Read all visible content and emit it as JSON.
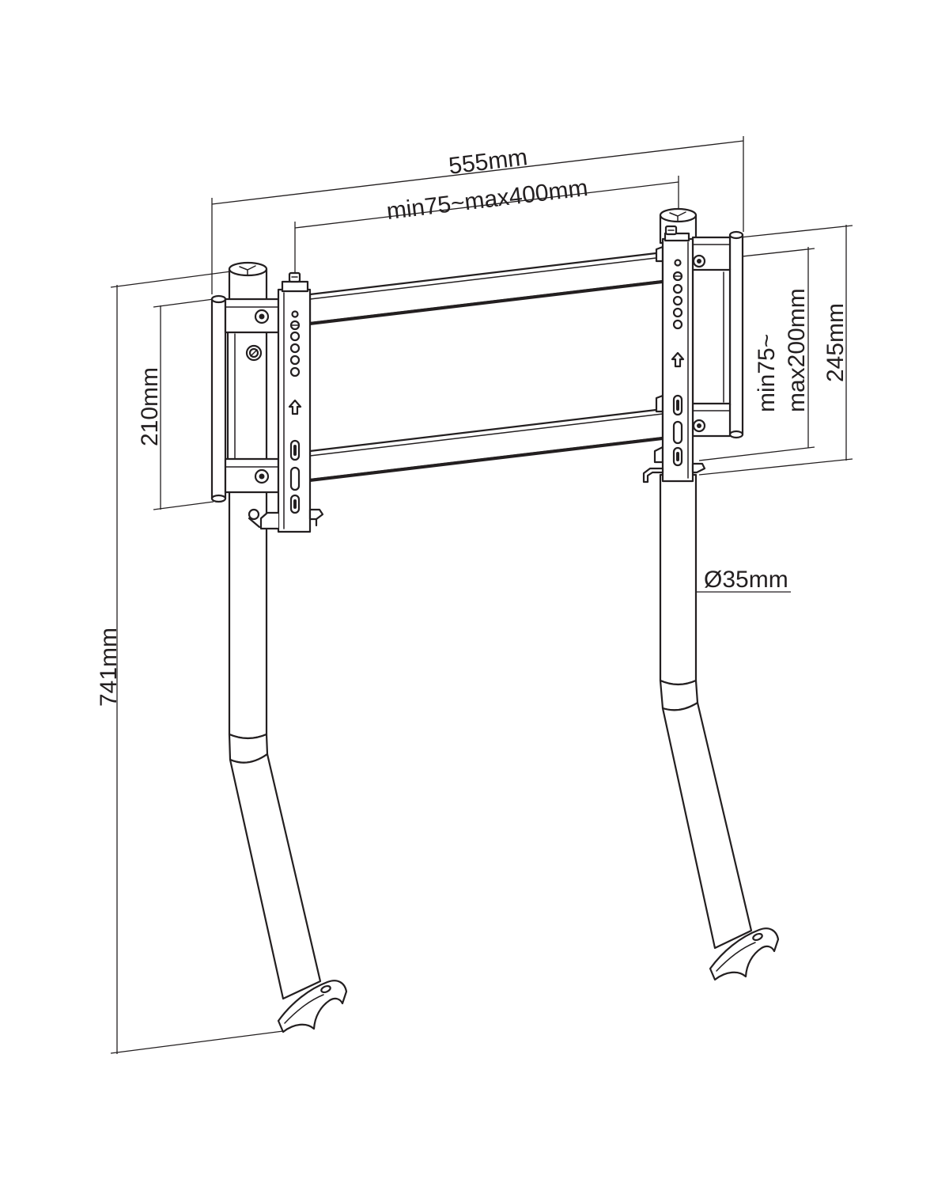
{
  "labels": {
    "width_overall": "555mm",
    "width_vesa": "min75~max400mm",
    "height_bracket": "210mm",
    "height_vesa_line1": "min75~",
    "height_vesa_line2": "max200mm",
    "height_plate": "245mm",
    "tube_diameter": "Ø35mm",
    "height_total": "741mm"
  }
}
